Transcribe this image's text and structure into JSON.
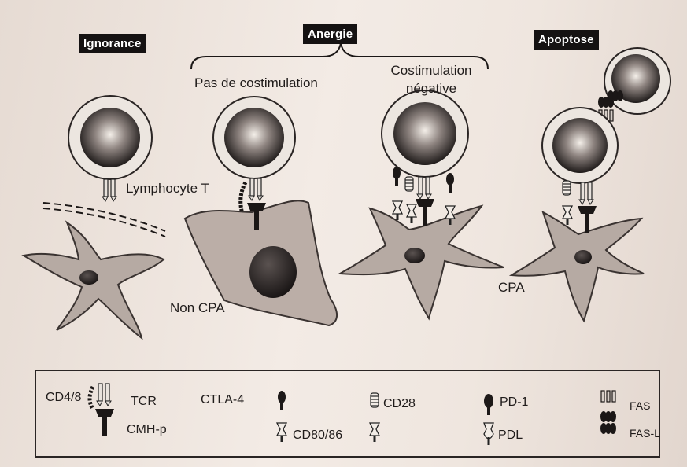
{
  "headers": {
    "ignorance": "Ignorance",
    "anergie": "Anergie",
    "apoptose": "Apoptose"
  },
  "labels": {
    "pas_costim": "Pas de costimulation",
    "costim_neg_line1": "Costimulation",
    "costim_neg_line2": "négative",
    "lymphocyte": "Lymphocyte T",
    "non_cpa": "Non CPA",
    "cpa": "CPA"
  },
  "legend": {
    "cd48": "CD4/8",
    "tcr": "TCR",
    "cmhp": "CMH-p",
    "ctla4": "CTLA-4",
    "cd8086": "CD80/86",
    "cd28": "CD28",
    "pd1": "PD-1",
    "pdl": "PDL",
    "fas": "FAS",
    "fasl": "FAS-L"
  },
  "colors": {
    "cell": "#b9aca5",
    "cell_stroke": "#3a3331",
    "dark": "#1c1817",
    "tag_bg": "#151212"
  }
}
